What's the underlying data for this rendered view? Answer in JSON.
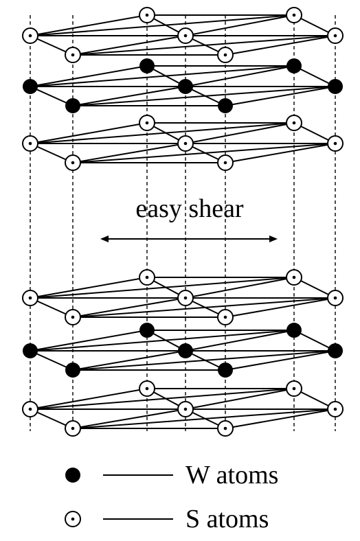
{
  "annotation": {
    "text": "easy shear"
  },
  "legend": [
    {
      "symbol": "filled-circle",
      "label": "W atoms"
    },
    {
      "symbol": "dotted-circle",
      "label": "S atoms"
    }
  ],
  "colors": {
    "ink": "#000000",
    "background": "#ffffff"
  }
}
